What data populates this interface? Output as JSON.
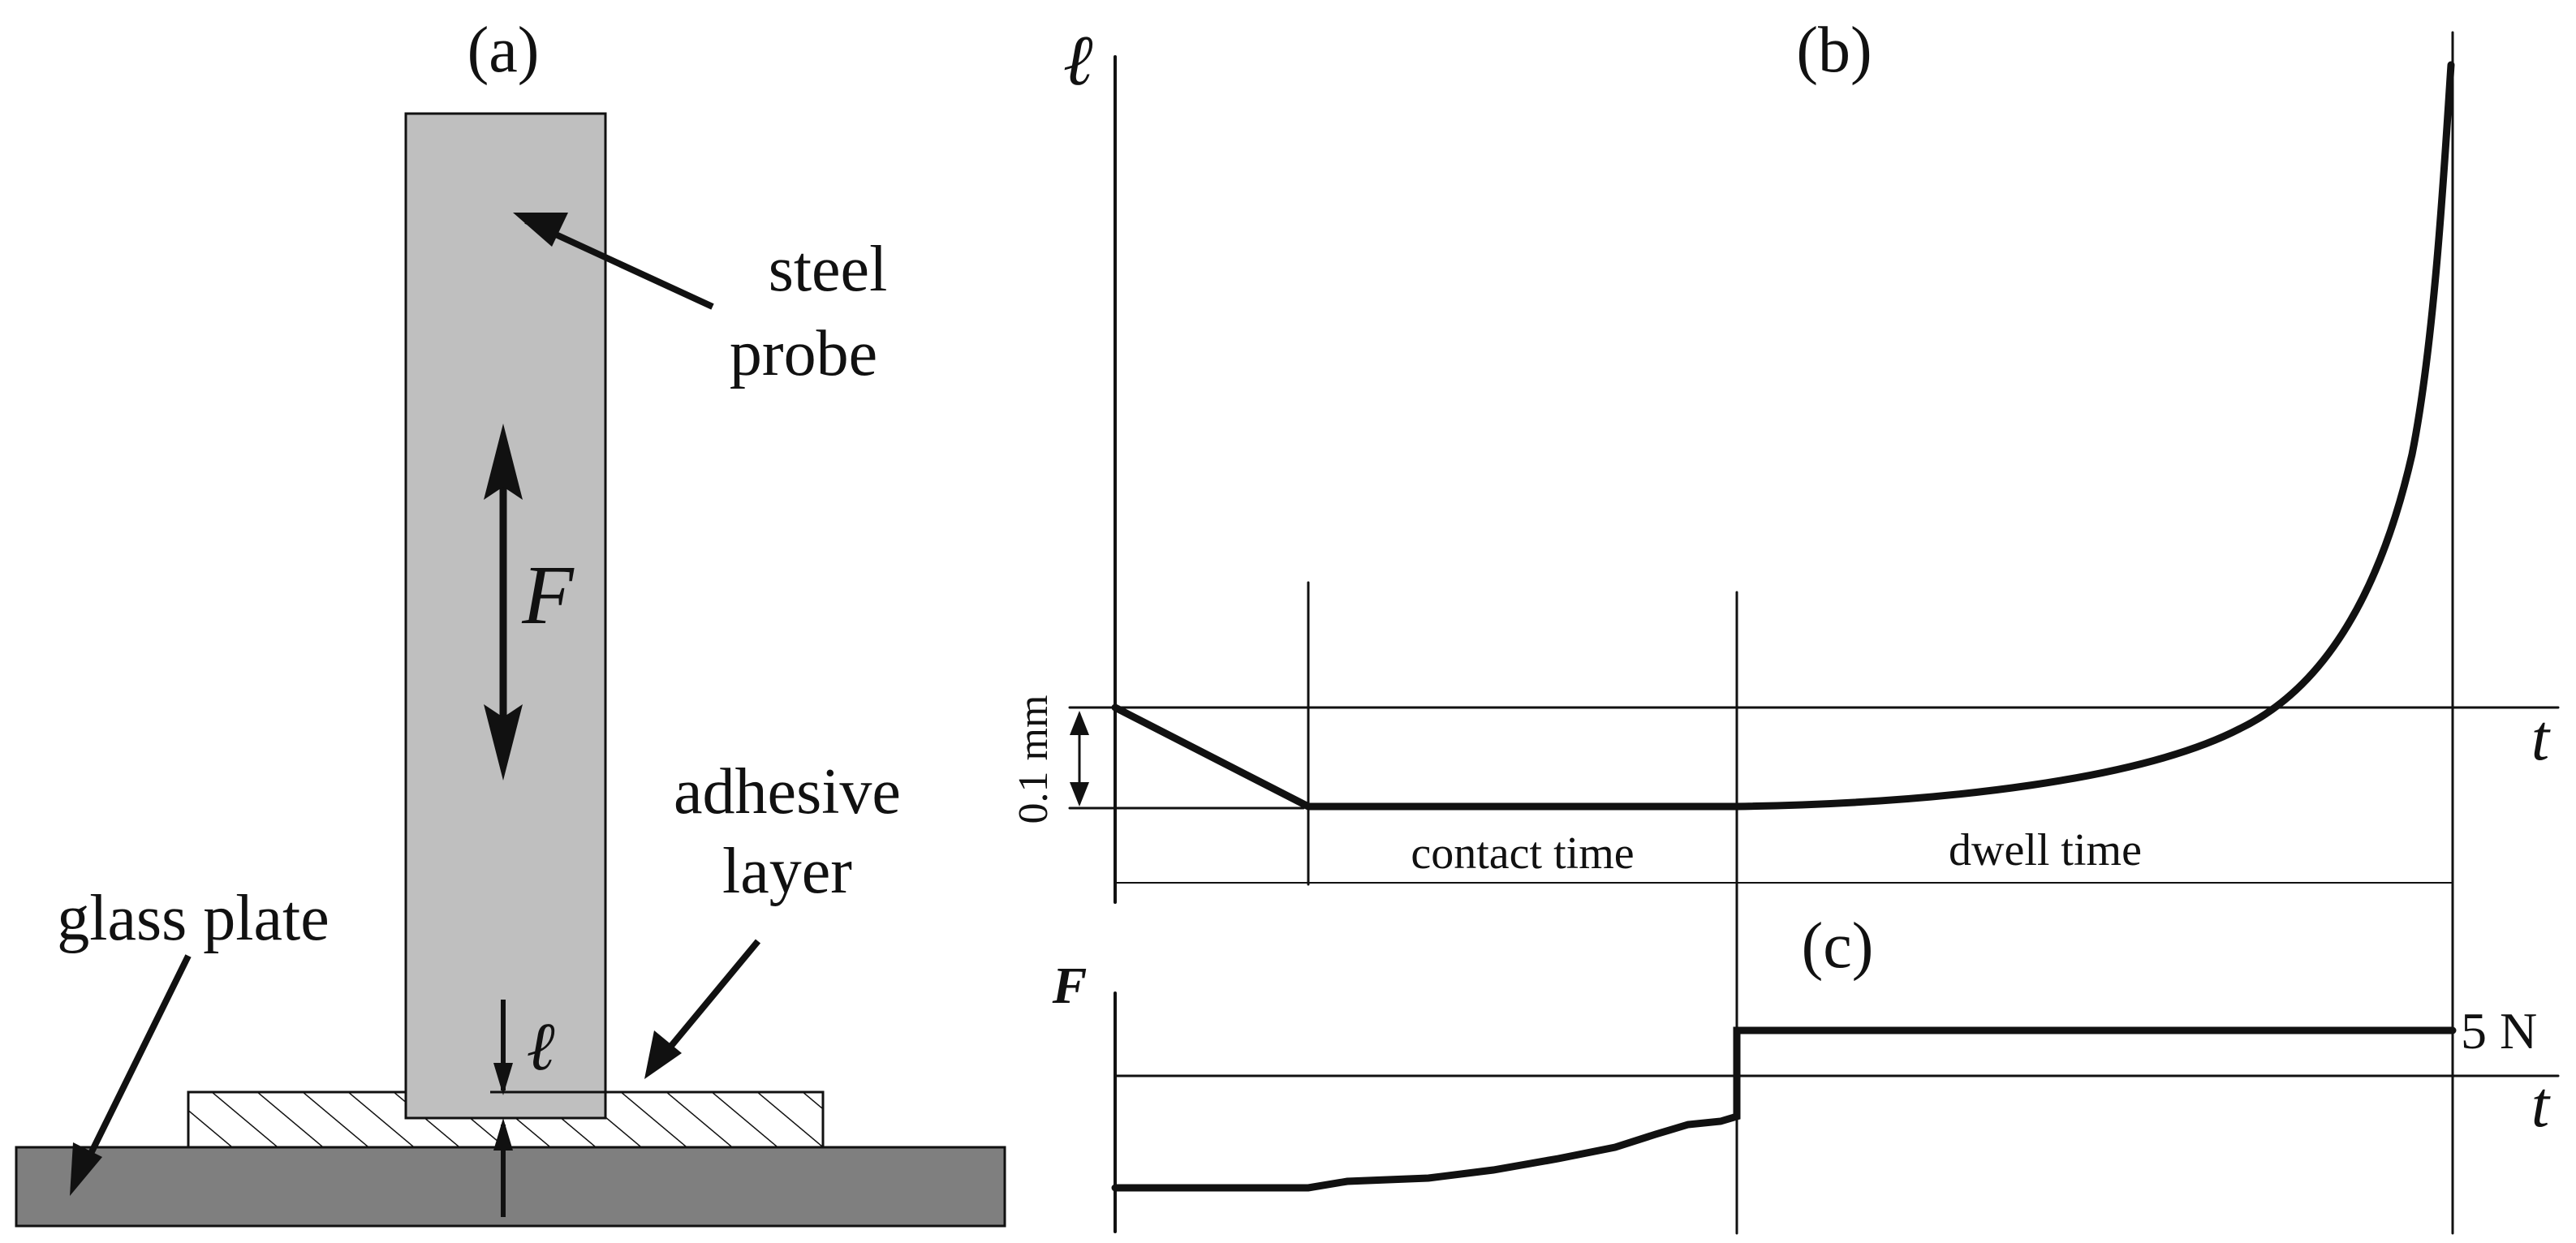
{
  "panel_a": {
    "label": "(a)",
    "steel_probe_line1": "steel",
    "steel_probe_line2": "probe",
    "force_symbol": "F",
    "adhesive_line1": "adhesive",
    "adhesive_line2": "layer",
    "glass_plate": "glass plate",
    "thickness_symbol": "ℓ"
  },
  "panel_b": {
    "label": "(b)",
    "y_axis_label": "ℓ",
    "x_axis_label": "t",
    "scale_label": "0.1 mm",
    "contact_time": "contact time",
    "dwell_time": "dwell time"
  },
  "panel_c": {
    "label": "(c)",
    "y_axis_label": "F",
    "x_axis_label": "t",
    "force_value": "5 N"
  },
  "colors": {
    "probe_fill": "#bfbfbf",
    "glass_fill": "#7f7f7f",
    "adhesive_fill": "#ffffff",
    "line": "#111111"
  }
}
